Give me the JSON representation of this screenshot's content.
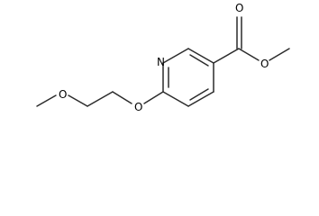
{
  "structure": {
    "atoms": {
      "nitrogen": "N",
      "carbonyl_oxygen": "O",
      "ester_oxygen": "O",
      "ether_oxygen_ring": "O",
      "ether_oxygen_methoxy": "O"
    },
    "colors": {
      "bond": "#2b2b2b",
      "label": "#000000",
      "background": "#ffffff"
    }
  }
}
